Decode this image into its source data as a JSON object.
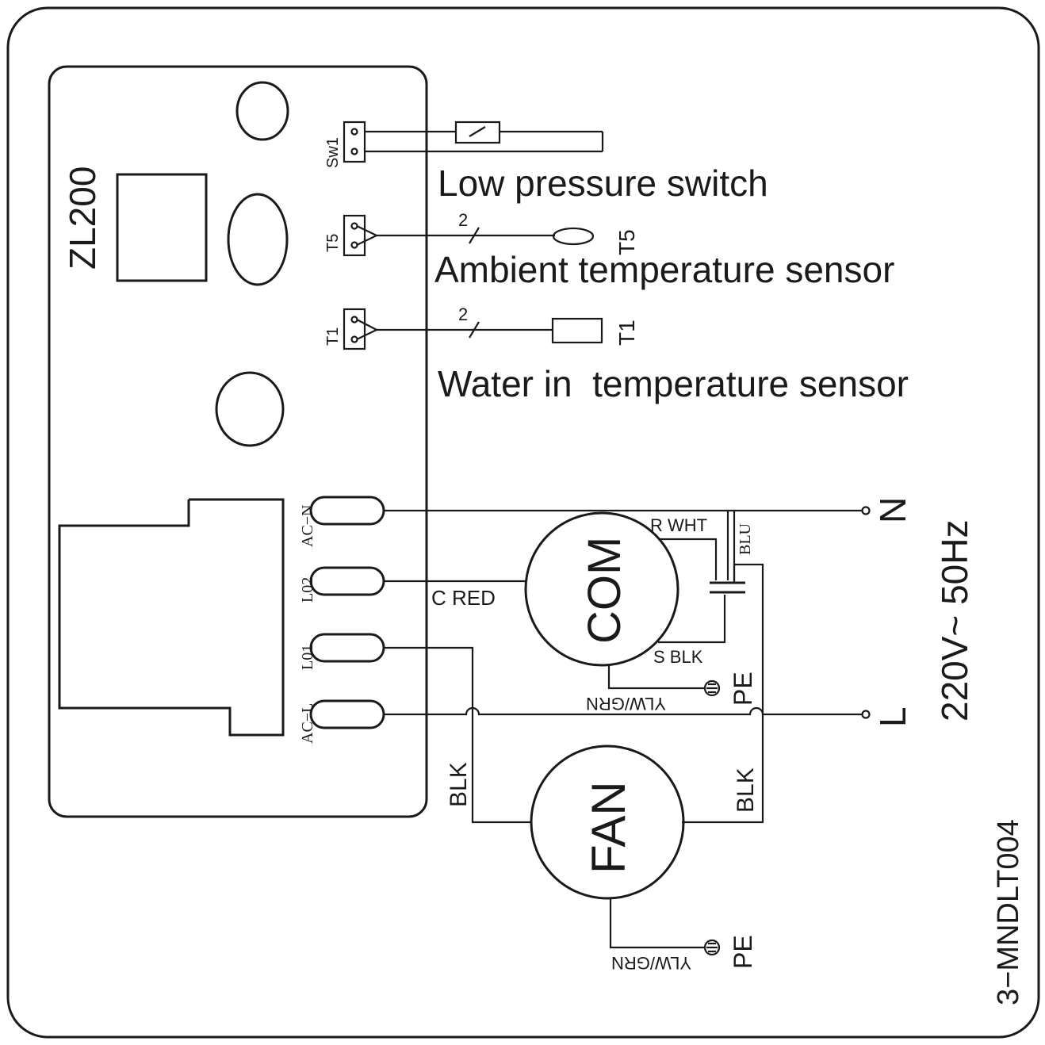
{
  "board": {
    "model": "ZL200"
  },
  "connectors": {
    "sw1": "Sw1",
    "t5": "T5",
    "t1": "T1",
    "ac_n": "AC−N",
    "l02": "L02",
    "l01": "L01",
    "ac_l": "AC−L"
  },
  "sensors": {
    "low_pressure_switch": "Low pressure switch",
    "ambient_label": "Ambient temperature sensor",
    "ambient_tag": "T5",
    "ambient_wire_count": "2",
    "water_in_label": "Water in  temperature sensor",
    "water_in_tag": "T1",
    "water_in_wire_count": "2"
  },
  "compressor": {
    "label": "COM",
    "r_wire": "R WHT",
    "c_wire": "C RED",
    "s_wire": "S BLK",
    "cap_wire": "BLU",
    "ground_wire": "YLW/GRN",
    "ground_tag": "PE"
  },
  "fan": {
    "label": "FAN",
    "left_wire": "BLK",
    "right_wire": "BLK",
    "ground_wire": "YLW/GRN",
    "ground_tag": "PE"
  },
  "power": {
    "neutral": "N",
    "line": "L",
    "supply": "220V~ 50Hz"
  },
  "diagram_code": "3−MNDLT004"
}
